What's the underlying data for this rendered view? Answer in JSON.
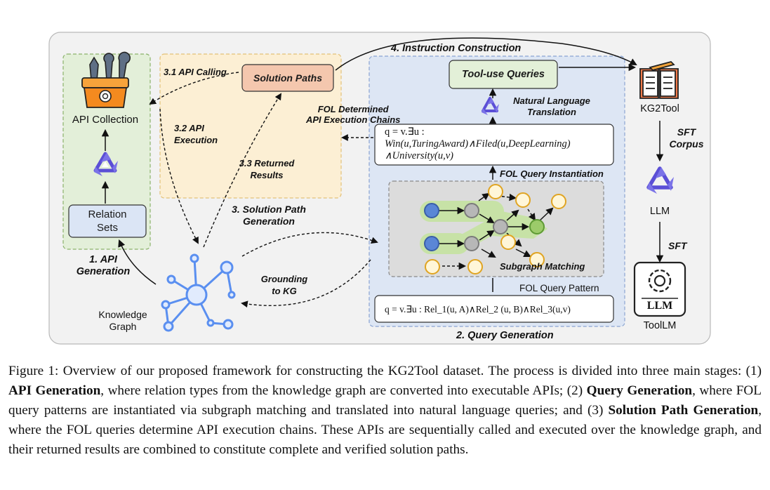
{
  "diagram": {
    "api_collection": "API Collection",
    "relation_sets": [
      "Relation",
      "Sets"
    ],
    "stage1": [
      "1. API",
      "Generation"
    ],
    "knowledge_graph": [
      "Knowledge",
      "Graph"
    ],
    "api_calling": "3.1 API Calling",
    "api_execution": [
      "3.2 API",
      "Execution"
    ],
    "returned_results": [
      "3.3 Returned",
      "Results"
    ],
    "solution_paths": "Solution Paths",
    "stage3": [
      "3. Solution Path",
      "Generation"
    ],
    "fol_chains": [
      "FOL Determined",
      "API Execution Chains"
    ],
    "grounding": [
      "Grounding",
      "to KG"
    ],
    "stage4": "4. Instruction Construction",
    "tool_use_queries": "Tool-use Queries",
    "nl_translation": [
      "Natural Language",
      "Translation"
    ],
    "fol_instance": [
      "q = v.∃u :",
      "Win(u,TuringAward)∧Filed(u,DeepLearning)",
      "∧University(u,v)"
    ],
    "fol_instantiation": "FOL Query Instantiation",
    "subgraph_matching": "Subgraph Matching",
    "fol_pattern_label": "FOL Query Pattern",
    "fol_pattern": "q = v.∃u : Rel_1(u, A)∧Rel_2 (u, B)∧Rel_3(u,v)",
    "stage2": "2. Query Generation",
    "kg2tool": "KG2Tool",
    "sft_corpus": [
      "SFT",
      "Corpus"
    ],
    "llm": "LLM",
    "sft": "SFT",
    "llm_badge": "LLM",
    "toollm": "ToolLM",
    "colors": {
      "panel_bg": "#f2f2f2",
      "api_panel": "#e3efd9",
      "solution_panel": "#fcefd4",
      "query_panel": "#dde6f4",
      "solution_box": "#f4c7ae",
      "tool_box": "#e3f0d8",
      "relation_box": "#dbe5f5",
      "node_blue": "#5a86d6",
      "node_gray": "#b7b7b7",
      "node_green": "#9ccb6a",
      "node_yellow": "#e0a422"
    }
  },
  "caption": {
    "p1": "Figure 1: Overview of our proposed framework for constructing the KG2Tool dataset. The process is divided into three main stages: (1) ",
    "b1": "API Generation",
    "p2": ", where relation types from the knowledge graph are converted into executable APIs; (2) ",
    "b2": "Query Generation",
    "p3": ", where FOL query patterns are instantiated via subgraph matching and translated into natural language queries; and (3) ",
    "b3": "Solution Path Generation",
    "p4": ", where the FOL queries determine API execution chains. These APIs are sequentially called and executed over the knowledge graph, and their returned results are combined to constitute complete and verified solution paths."
  }
}
